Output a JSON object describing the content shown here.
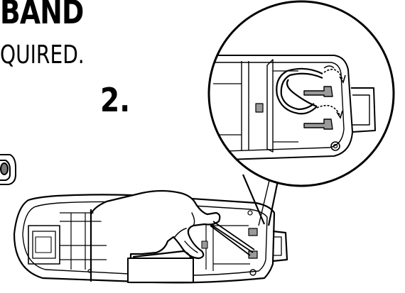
{
  "header": {
    "title_fragment": "BAND",
    "subtitle_fragment": "QUIRED."
  },
  "step": {
    "number": "2."
  },
  "icons": {
    "main": "handset-base-icon",
    "hand": "hand-icon",
    "zoom": "magnified-detail-icon",
    "band": "rubber-band-icon",
    "arrows": "curved-arrow-icon"
  },
  "colors": {
    "line": "#000000",
    "background": "#ffffff",
    "shade": "#9a9a9a"
  }
}
